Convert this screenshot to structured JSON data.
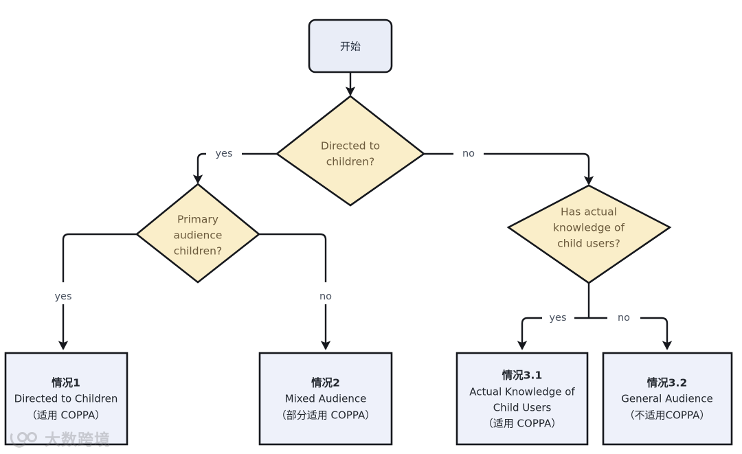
{
  "diagram": {
    "type": "flowchart",
    "title": "COPPA applicability decision flowchart",
    "colors": {
      "start_fill": "#e9edf7",
      "decision_fill": "#faeec9",
      "result_fill": "#eef1fa",
      "stroke": "#16181d",
      "decision_text": "#6b5a3c",
      "node_text": "#22272e",
      "edge_label": "#4a5260",
      "background": "#ffffff"
    },
    "nodes": {
      "start": {
        "shape": "rounded-rect",
        "label": "开始"
      },
      "decision_directed": {
        "shape": "diamond",
        "line1": "Directed to",
        "line2": "children?"
      },
      "decision_primary": {
        "shape": "diamond",
        "line1": "Primary",
        "line2": "audience",
        "line3": "children?"
      },
      "decision_actual_knowledge": {
        "shape": "diamond",
        "line1": "Has actual",
        "line2": "knowledge of",
        "line3": "child users?"
      },
      "result_case1": {
        "shape": "rect",
        "title": "情况1",
        "line2": "Directed to Children",
        "line3": "（适用 COPPA）"
      },
      "result_case2": {
        "shape": "rect",
        "title": "情况2",
        "line2": "Mixed Audience",
        "line3": "（部分适用 COPPA）"
      },
      "result_case31": {
        "shape": "rect",
        "title": "情况3.1",
        "line2": "Actual Knowledge of",
        "line3": "Child Users",
        "line4": "（适用 COPPA）"
      },
      "result_case32": {
        "shape": "rect",
        "title": "情况3.2",
        "line2": "General Audience",
        "line3": "（不适用COPPA）"
      }
    },
    "edges": [
      {
        "id": "start-to-directed",
        "from": "start",
        "to": "decision_directed",
        "label": ""
      },
      {
        "id": "directed-yes",
        "from": "decision_directed",
        "to": "decision_primary",
        "label": "yes"
      },
      {
        "id": "directed-no",
        "from": "decision_directed",
        "to": "decision_actual_knowledge",
        "label": "no"
      },
      {
        "id": "primary-yes",
        "from": "decision_primary",
        "to": "result_case1",
        "label": "yes"
      },
      {
        "id": "primary-no",
        "from": "decision_primary",
        "to": "result_case2",
        "label": "no"
      },
      {
        "id": "knowledge-yes",
        "from": "decision_actual_knowledge",
        "to": "result_case31",
        "label": "yes"
      },
      {
        "id": "knowledge-no",
        "from": "decision_actual_knowledge",
        "to": "result_case32",
        "label": "no"
      }
    ]
  },
  "watermark": {
    "text": "大数跨境"
  }
}
